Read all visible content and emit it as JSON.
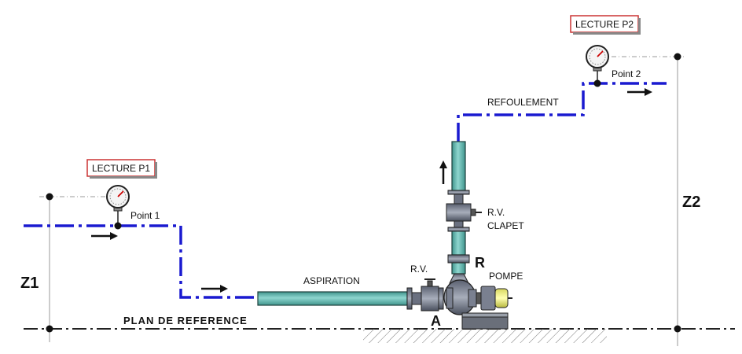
{
  "readings": {
    "p1": "LECTURE P1",
    "p2": "LECTURE P2"
  },
  "points": {
    "point1": "Point 1",
    "point2": "Point 2"
  },
  "labels": {
    "refoulement": "REFOULEMENT",
    "aspiration": "ASPIRATION",
    "rv_clapet_line1": "R.V.",
    "rv_clapet_line2": "CLAPET",
    "rv_suction": "R.V.",
    "r": "R",
    "pompe": "POMPE",
    "a": "A",
    "plan_reference": "PLAN  DE  REFERENCE",
    "z1": "Z1",
    "z2": "Z2"
  },
  "colors": {
    "flow_line": "#1a1ad0",
    "pipe": "#5fb8b0",
    "reading_box_border": "#cc3333",
    "gauge_arrow": "#cc0000"
  },
  "icons": [
    "pressure-gauge-icon",
    "flow-arrow-icon",
    "valve-icon",
    "pump-icon",
    "motor-icon"
  ]
}
